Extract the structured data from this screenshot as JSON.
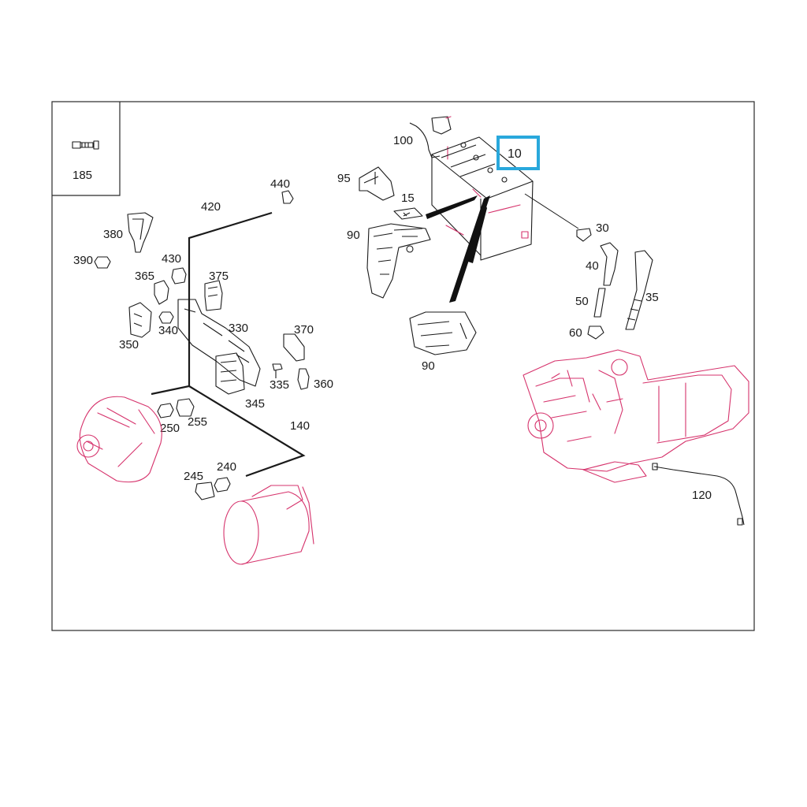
{
  "diagram": {
    "highlighted_part": "10",
    "highlight_color": "#29a8dc",
    "part_line_color": "#d6336c",
    "callouts": {
      "p185": "185",
      "p440": "440",
      "p420": "420",
      "p380": "380",
      "p390": "390",
      "p430": "430",
      "p365": "365",
      "p375": "375",
      "p340": "340",
      "p330": "330",
      "p350": "350",
      "p370": "370",
      "p335": "335",
      "p360": "360",
      "p345": "345",
      "p250": "250",
      "p255": "255",
      "p140": "140",
      "p245": "245",
      "p240": "240",
      "p100": "100",
      "p10": "10",
      "p95": "95",
      "p15": "15",
      "p90a": "90",
      "p90b": "90",
      "p30": "30",
      "p40": "40",
      "p35": "35",
      "p50": "50",
      "p60": "60",
      "p120": "120"
    }
  }
}
